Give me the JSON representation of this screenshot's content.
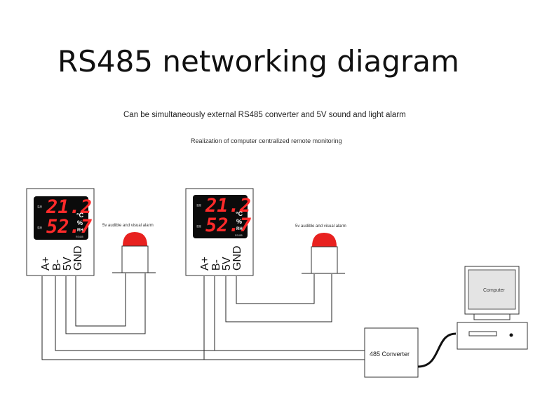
{
  "title": "RS485 networking diagram",
  "subtitle": "Can be simultaneously external RS485 converter and 5V sound and light alarm",
  "subtitle2": "Realization of computer centralized remote monitoring",
  "alarm_label": "5v audible and visual alarm",
  "pins": {
    "a": "A+",
    "b": "B-",
    "v5": "5V",
    "gnd": "GND"
  },
  "device_display": {
    "temperature": "21.2",
    "humidity": "52.7",
    "temp_unit": "°C",
    "hum_unit_top": "%",
    "hum_unit_bottom": "RH",
    "temp_tag": "温度",
    "hum_tag": "湿度",
    "model_tag": "RS485"
  },
  "converter_label": "485 Converter",
  "computer_label": "Computer",
  "colors": {
    "alarm_red": "#e8211f",
    "display_bg": "#0b0b0b",
    "digit_red": "#ff2a2a"
  }
}
